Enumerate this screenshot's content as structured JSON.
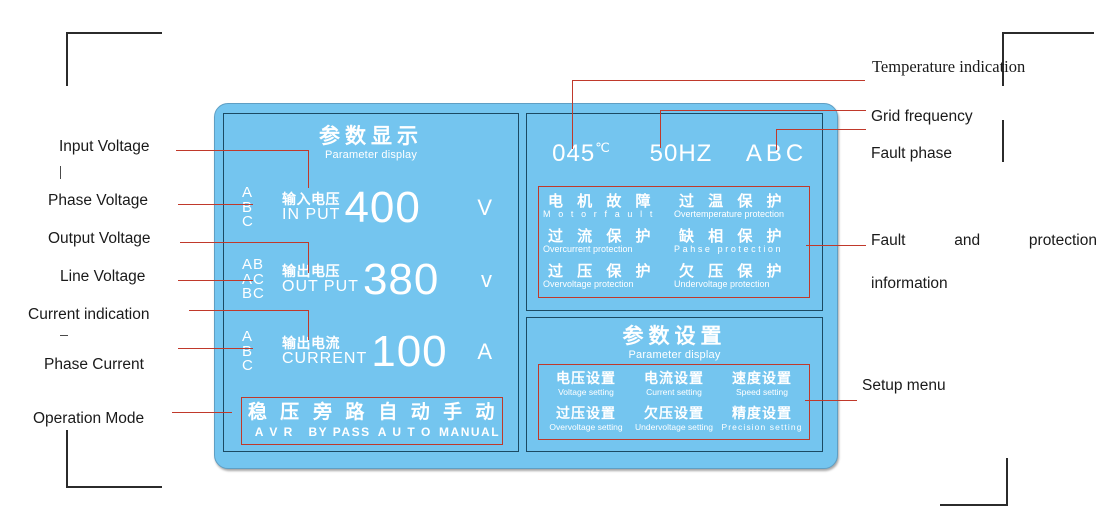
{
  "device": {
    "left_panel": {
      "title_cn": "参数显示",
      "title_en": "Parameter display",
      "measurements": [
        {
          "phases": "A\nB\nC",
          "phase_lines": [
            "A",
            "B",
            "C"
          ],
          "label_cn": "输入电压",
          "label_en": "IN PUT",
          "value": "400",
          "unit": "V"
        },
        {
          "phase_lines": [
            "AB",
            "AC",
            "BC"
          ],
          "label_cn": "输出电压",
          "label_en": "OUT PUT",
          "value": "380",
          "unit": "v"
        },
        {
          "phase_lines": [
            "A",
            "B",
            "C"
          ],
          "label_cn": "输出电流",
          "label_en": "CURRENT",
          "value": "100",
          "unit": "A"
        }
      ],
      "operation_modes": [
        {
          "cn": "稳 压",
          "en": "A V R"
        },
        {
          "cn": "旁 路",
          "en": "BY PASS"
        },
        {
          "cn": "自 动",
          "en": "A U T O"
        },
        {
          "cn": "手 动",
          "en": "MANUAL"
        }
      ]
    },
    "right_top_panel": {
      "temperature": "045",
      "temperature_unit": "℃",
      "frequency": "50HZ",
      "fault_phase": "ABC",
      "faults": [
        {
          "cn": "电 机 故 障",
          "en": "M o t o r    f a u l t",
          "sparse": true
        },
        {
          "cn": "过 温 保 护",
          "en": "Overtemperature protection",
          "sparse": false
        },
        {
          "cn": "过 流 保 护",
          "en": "Overcurrent protection",
          "sparse": false
        },
        {
          "cn": "缺 相 保 护",
          "en": "Pahse protection",
          "sparse": true
        },
        {
          "cn": "过 压 保 护",
          "en": "Overvoltage protection",
          "sparse": false
        },
        {
          "cn": "欠 压 保 护",
          "en": "Undervoltage protection",
          "sparse": false
        }
      ]
    },
    "right_bottom_panel": {
      "title_cn": "参数设置",
      "title_en": "Parameter display",
      "settings": [
        {
          "cn": "电压设置",
          "en": "Voltage  setting",
          "sparse": false
        },
        {
          "cn": "电流设置",
          "en": "Current  setting",
          "sparse": false
        },
        {
          "cn": "速度设置",
          "en": "Speed  setting",
          "sparse": false
        },
        {
          "cn": "过压设置",
          "en": "Overvoltage setting",
          "sparse": false
        },
        {
          "cn": "欠压设置",
          "en": "Undervoltage setting",
          "sparse": false
        },
        {
          "cn": "精度设置",
          "en": "Precision setting",
          "sparse": true
        }
      ]
    }
  },
  "annotations": {
    "left": [
      {
        "text": "Input Voltage"
      },
      {
        "text": "Phase Voltage"
      },
      {
        "text": "Output Voltage"
      },
      {
        "text": "Line Voltage"
      },
      {
        "text": "Current indication"
      },
      {
        "text": "Phase Current"
      },
      {
        "text": "Operation Mode"
      }
    ],
    "right": [
      {
        "text": "Temperature indication"
      },
      {
        "text": "Grid frequency"
      },
      {
        "text": "Fault phase"
      },
      {
        "text": "Setup menu"
      }
    ],
    "fault_info": {
      "word1": "Fault",
      "word2": "and",
      "word3": "protection",
      "line2": "information"
    }
  },
  "colors": {
    "panel_background": "#74c5ef",
    "panel_border": "#1b4a63",
    "annotation_red": "#c0392b",
    "lcd_text": "#ffffff"
  }
}
